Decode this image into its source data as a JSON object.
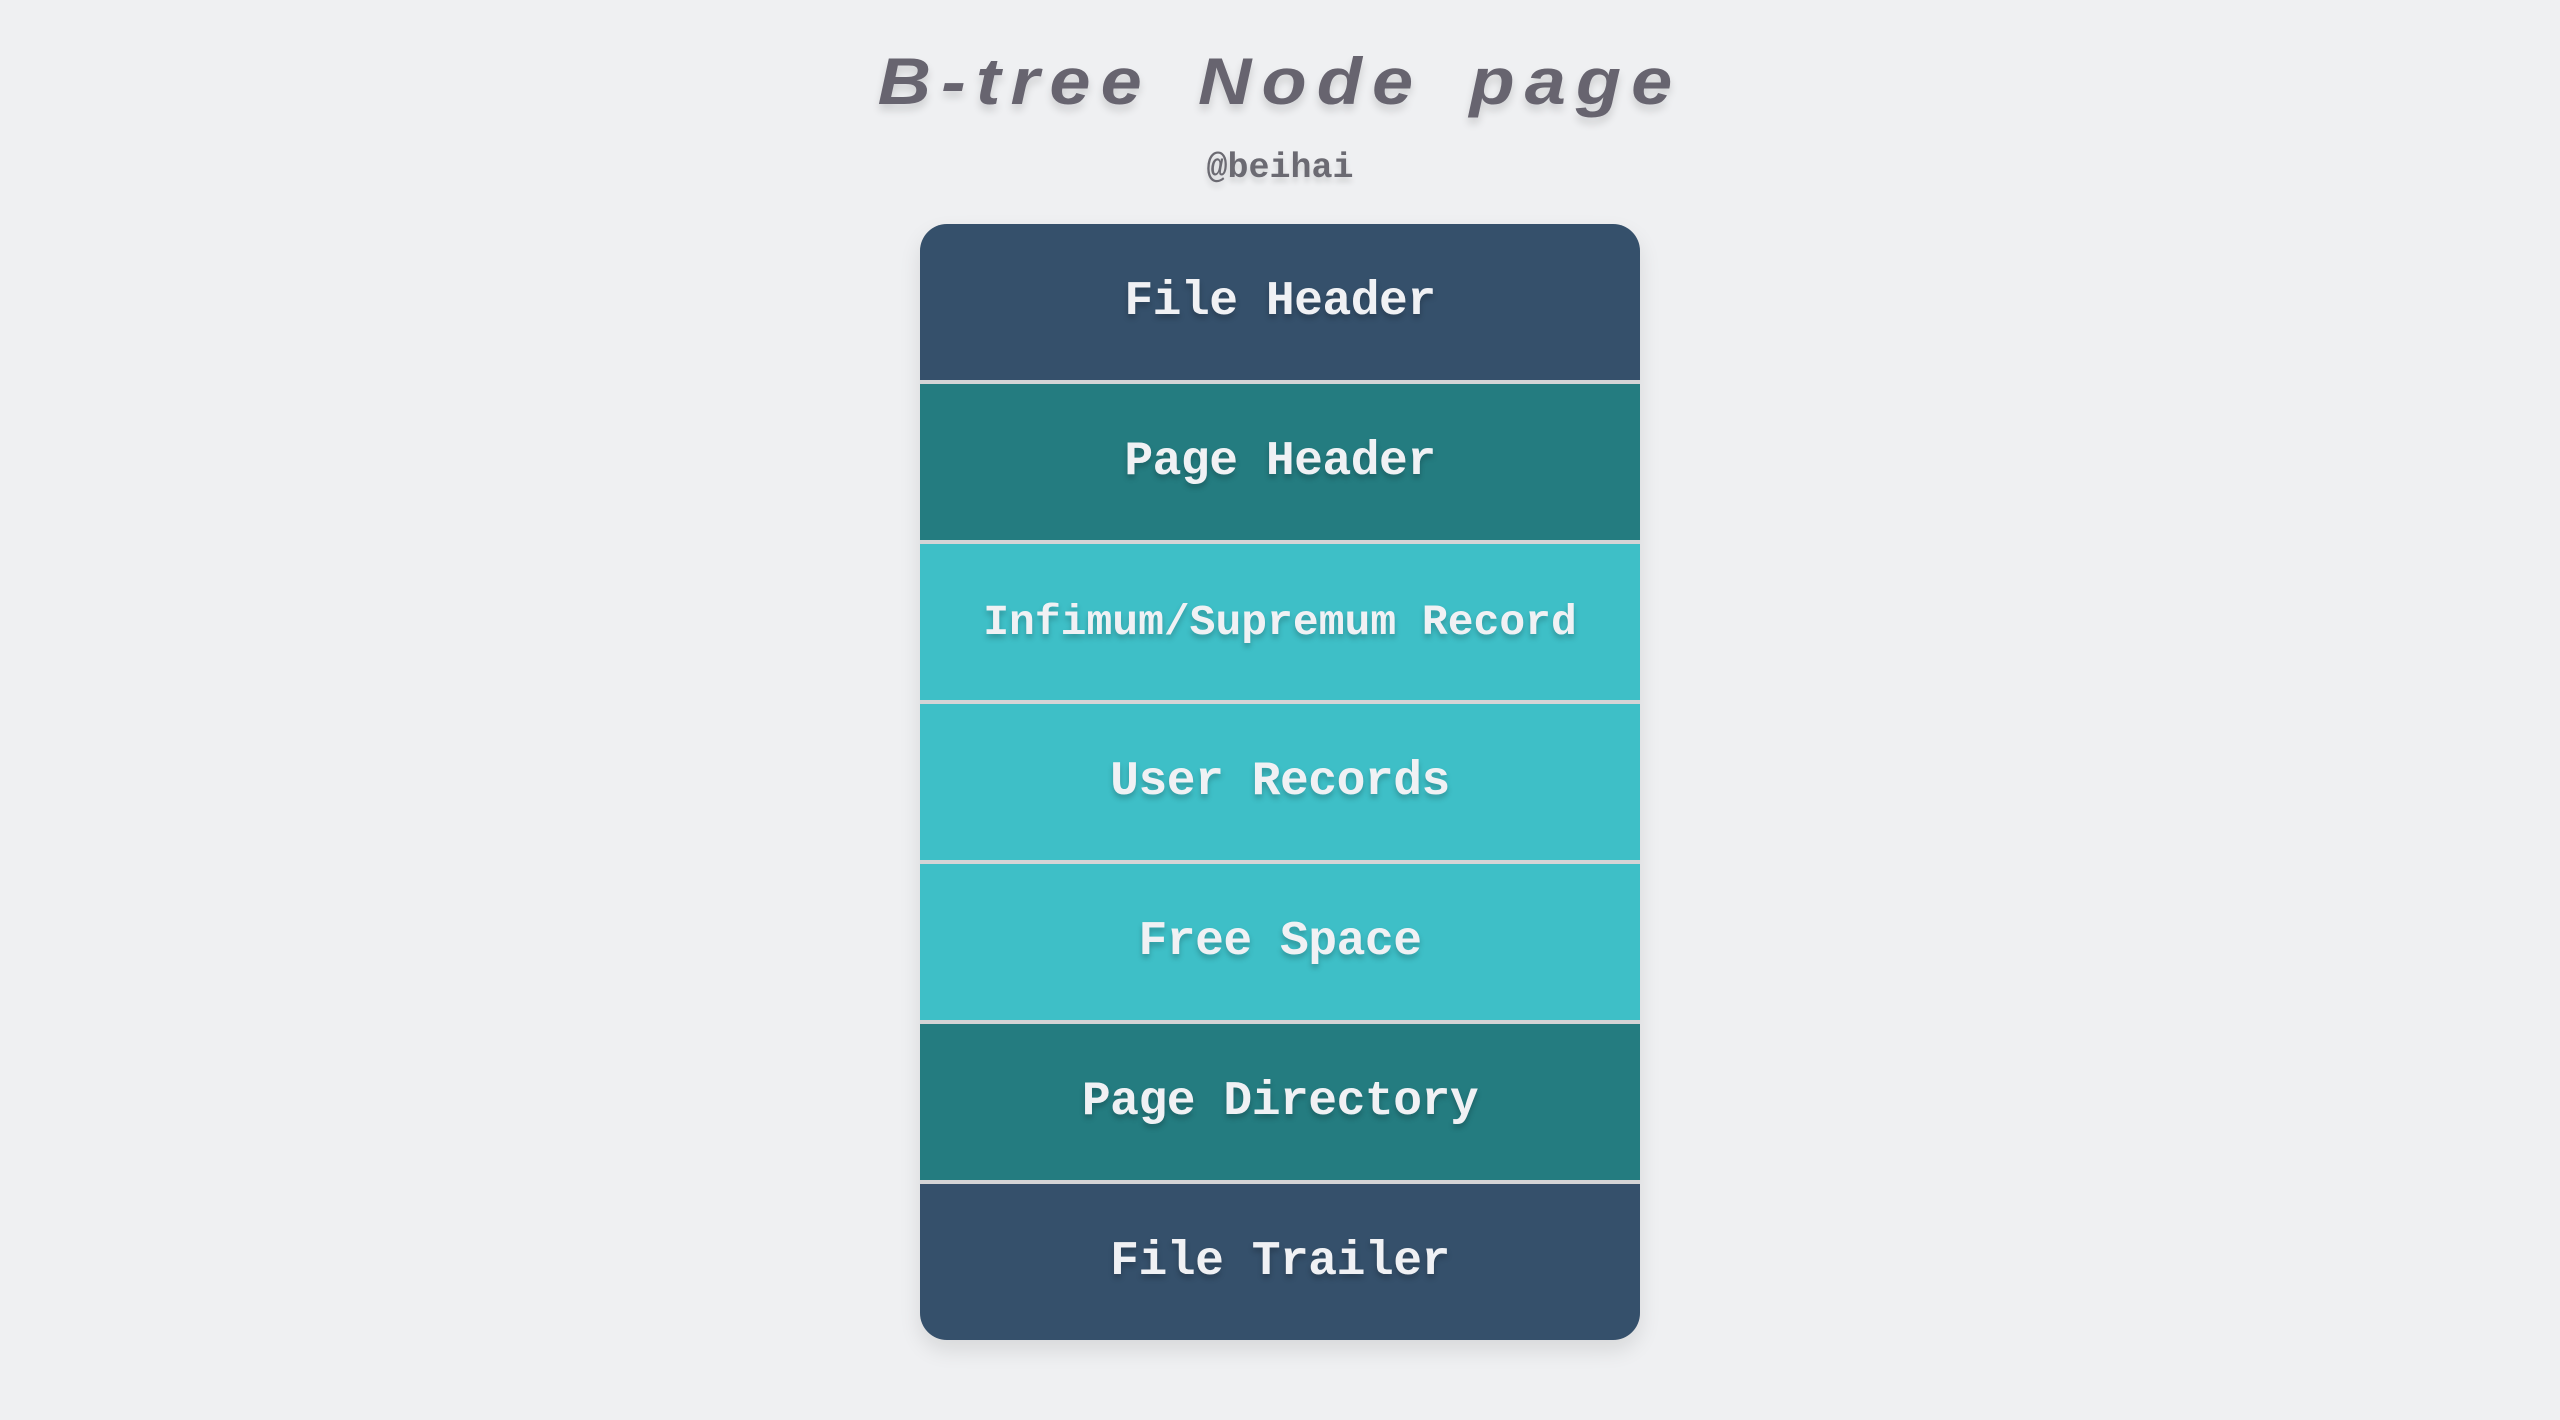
{
  "title": "B-tree Node page",
  "subtitle": "@beihai",
  "colors": {
    "background": "#eff0f2",
    "title": "#67646f",
    "navy": "#35506b",
    "teal": "#247c80",
    "cyan": "#3ebfc7",
    "separator": "#d4d4d6",
    "section_text": "#f0f1f4"
  },
  "sections": [
    {
      "label": "File Header",
      "color": "navy"
    },
    {
      "label": "Page Header",
      "color": "teal"
    },
    {
      "label": "Infimum/Supremum Record",
      "color": "cyan"
    },
    {
      "label": "User Records",
      "color": "cyan"
    },
    {
      "label": "Free Space",
      "color": "cyan"
    },
    {
      "label": "Page Directory",
      "color": "teal"
    },
    {
      "label": "File Trailer",
      "color": "navy"
    }
  ]
}
